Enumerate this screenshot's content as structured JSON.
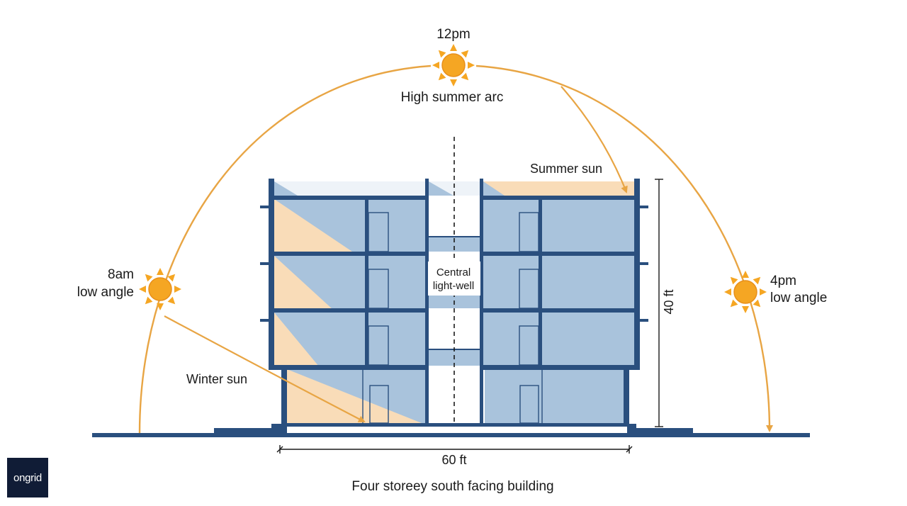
{
  "labels": {
    "noon_time": "12pm",
    "noon_caption": "High summer arc",
    "morning_time": "8am",
    "morning_caption": "low angle",
    "afternoon_time": "4pm",
    "afternoon_caption": "low angle",
    "summer_sun": "Summer sun",
    "winter_sun": "Winter sun",
    "lightwell_line1": "Central",
    "lightwell_line2": "light-well",
    "height_dim": "40 ft",
    "width_dim": "60 ft",
    "caption": "Four storeey south facing building"
  },
  "logo": {
    "text": "ongrid"
  },
  "colors": {
    "arc": "#e8a544",
    "sun": "#f5a623",
    "structure": "#2a4f7e",
    "floor_fill": "#a9c3dc",
    "sunlight": "#f9dcb8",
    "ground": "#2a4f7e",
    "text": "#1a1a1a"
  },
  "icons": [
    "sun-icon"
  ]
}
